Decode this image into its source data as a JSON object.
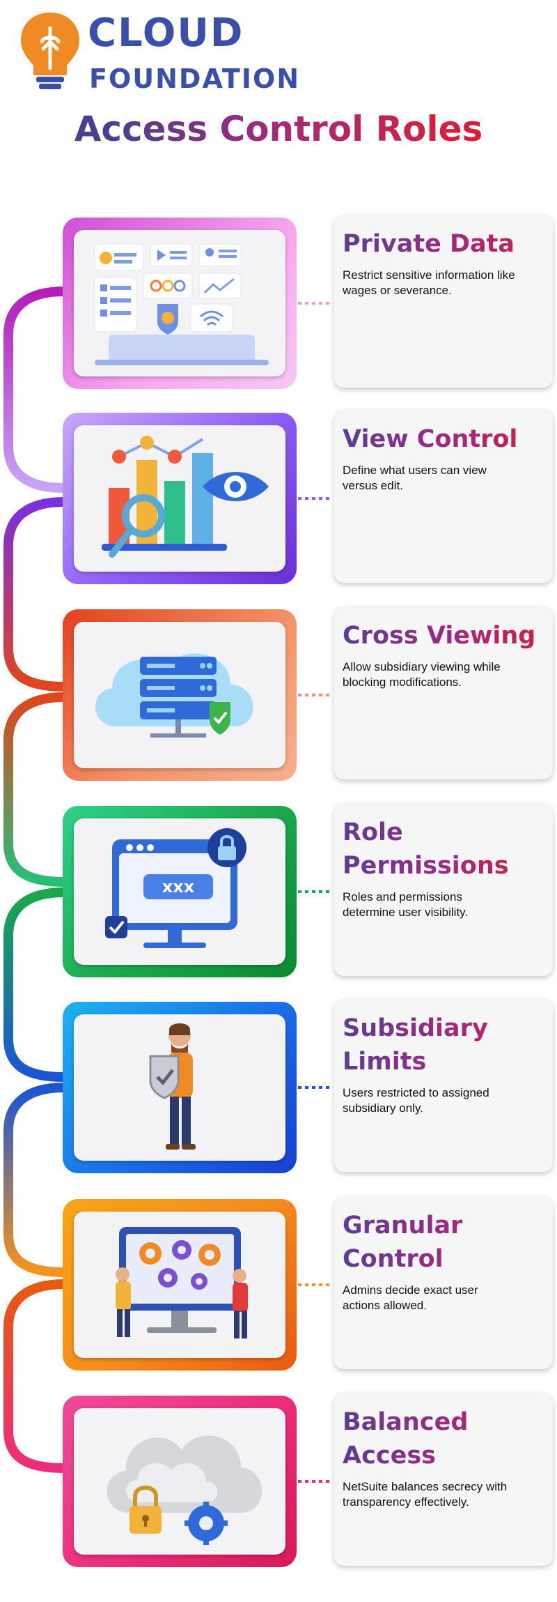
{
  "brand": {
    "line1": "CLOUD",
    "line2": "FOUNDATION",
    "accent": "#f08a24",
    "color": "#3a4fa8"
  },
  "page_title": "Access Control Roles",
  "items": [
    {
      "title": "Private Data",
      "description": "Restrict sensitive information like wages or severance.",
      "icon": "dashboard-laptop-icon",
      "color": "#f39ad6"
    },
    {
      "title": "View Control",
      "description": "Define what users can view versus edit.",
      "icon": "analytics-eye-icon",
      "color": "#8d5cf6"
    },
    {
      "title": "Cross Viewing",
      "description": "Allow subsidiary viewing while blocking modifications.",
      "icon": "cloud-server-shield-icon",
      "color": "#f2713c"
    },
    {
      "title": "Role Permissions",
      "description": "Roles and permissions determine user visibility.",
      "icon": "password-monitor-lock-icon",
      "color": "#1cbb5e"
    },
    {
      "title": "Subsidiary Limits",
      "description": "Users restricted to assigned subsidiary only.",
      "icon": "person-shield-icon",
      "color": "#1c7be8"
    },
    {
      "title": "Granular Control",
      "description": "Admins decide exact user actions allowed.",
      "icon": "team-gears-monitor-icon",
      "color": "#f5941c"
    },
    {
      "title": "Balanced Access",
      "description": "NetSuite balances secrecy with transparency effectively.",
      "icon": "cloud-lock-gear-icon",
      "color": "#ec2d7a"
    }
  ]
}
